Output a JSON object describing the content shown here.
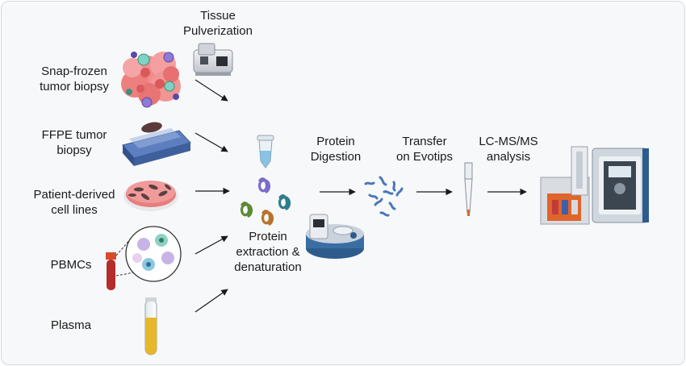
{
  "steps": {
    "tissue_pulverization": [
      "Tissue",
      "Pulverization"
    ],
    "protein_digestion": [
      "Protein",
      "Digestion"
    ],
    "transfer": [
      "Transfer",
      "on Evotips"
    ],
    "analysis": [
      "LC-MS/MS",
      "analysis"
    ],
    "extraction": [
      "Protein",
      "extraction &",
      "denaturation"
    ]
  },
  "samples": {
    "snap_frozen": [
      "Snap-frozen",
      "tumor biopsy"
    ],
    "ffpe": [
      "FFPE tumor",
      "biopsy"
    ],
    "cell_lines": [
      "Patient-derived",
      "cell lines"
    ],
    "pbmcs": [
      "PBMCs"
    ],
    "plasma": [
      "Plasma"
    ]
  },
  "colors": {
    "background": "#f7f8fa",
    "arrow": "#1a1a1a",
    "tumor": "#f08a8a",
    "ffpe_slab": "#4f6fb0",
    "petri": "#e77d7d",
    "blood": "#b42c2c",
    "plasma": "#e7b72a",
    "instrument_blue": "#2d5c8c",
    "instrument_orange": "#e0652a"
  }
}
